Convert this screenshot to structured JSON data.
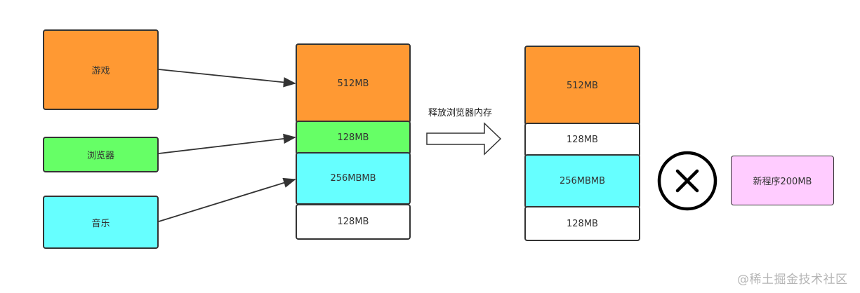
{
  "apps": {
    "game": "游戏",
    "browser": "浏览器",
    "music": "音乐"
  },
  "memory_before": {
    "block_game": "512MB",
    "block_browser": "128MB",
    "block_music": "256MBMB",
    "block_free": "128MB"
  },
  "action_label": "释放浏览器内存",
  "memory_after": {
    "block_game": "512MB",
    "block_free1": "128MB",
    "block_music": "256MBMB",
    "block_free2": "128MB"
  },
  "new_program": "新程序200MB",
  "watermark": "@稀土掘金技术社区",
  "colors": {
    "orange": "#ff9933",
    "green": "#66ff66",
    "cyan": "#66ffff",
    "white": "#ffffff",
    "pink": "#ffccff"
  }
}
